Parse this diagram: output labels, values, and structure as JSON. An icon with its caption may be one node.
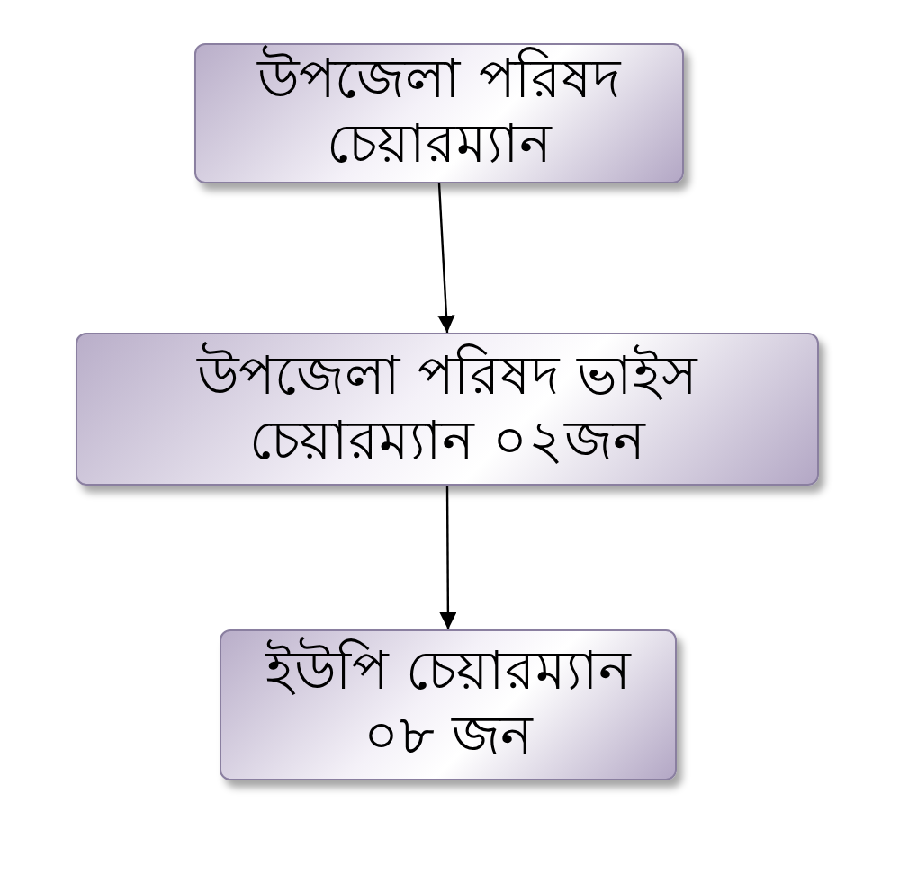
{
  "diagram": {
    "nodes": [
      {
        "text": [
          "উপজেলা পরিষদ চেয়ারম্যান"
        ]
      },
      {
        "text": [
          "উপজেলা পরিষদ ভাইস চেয়ারম্যান ০২জন"
        ]
      },
      {
        "text": [
          "ইউপি চেয়ারম্যান ০৮ জন"
        ]
      }
    ],
    "edges": [
      {
        "from": 0,
        "to": 1,
        "arrow": "to"
      },
      {
        "from": 1,
        "to": 2,
        "arrow": "to"
      }
    ]
  }
}
